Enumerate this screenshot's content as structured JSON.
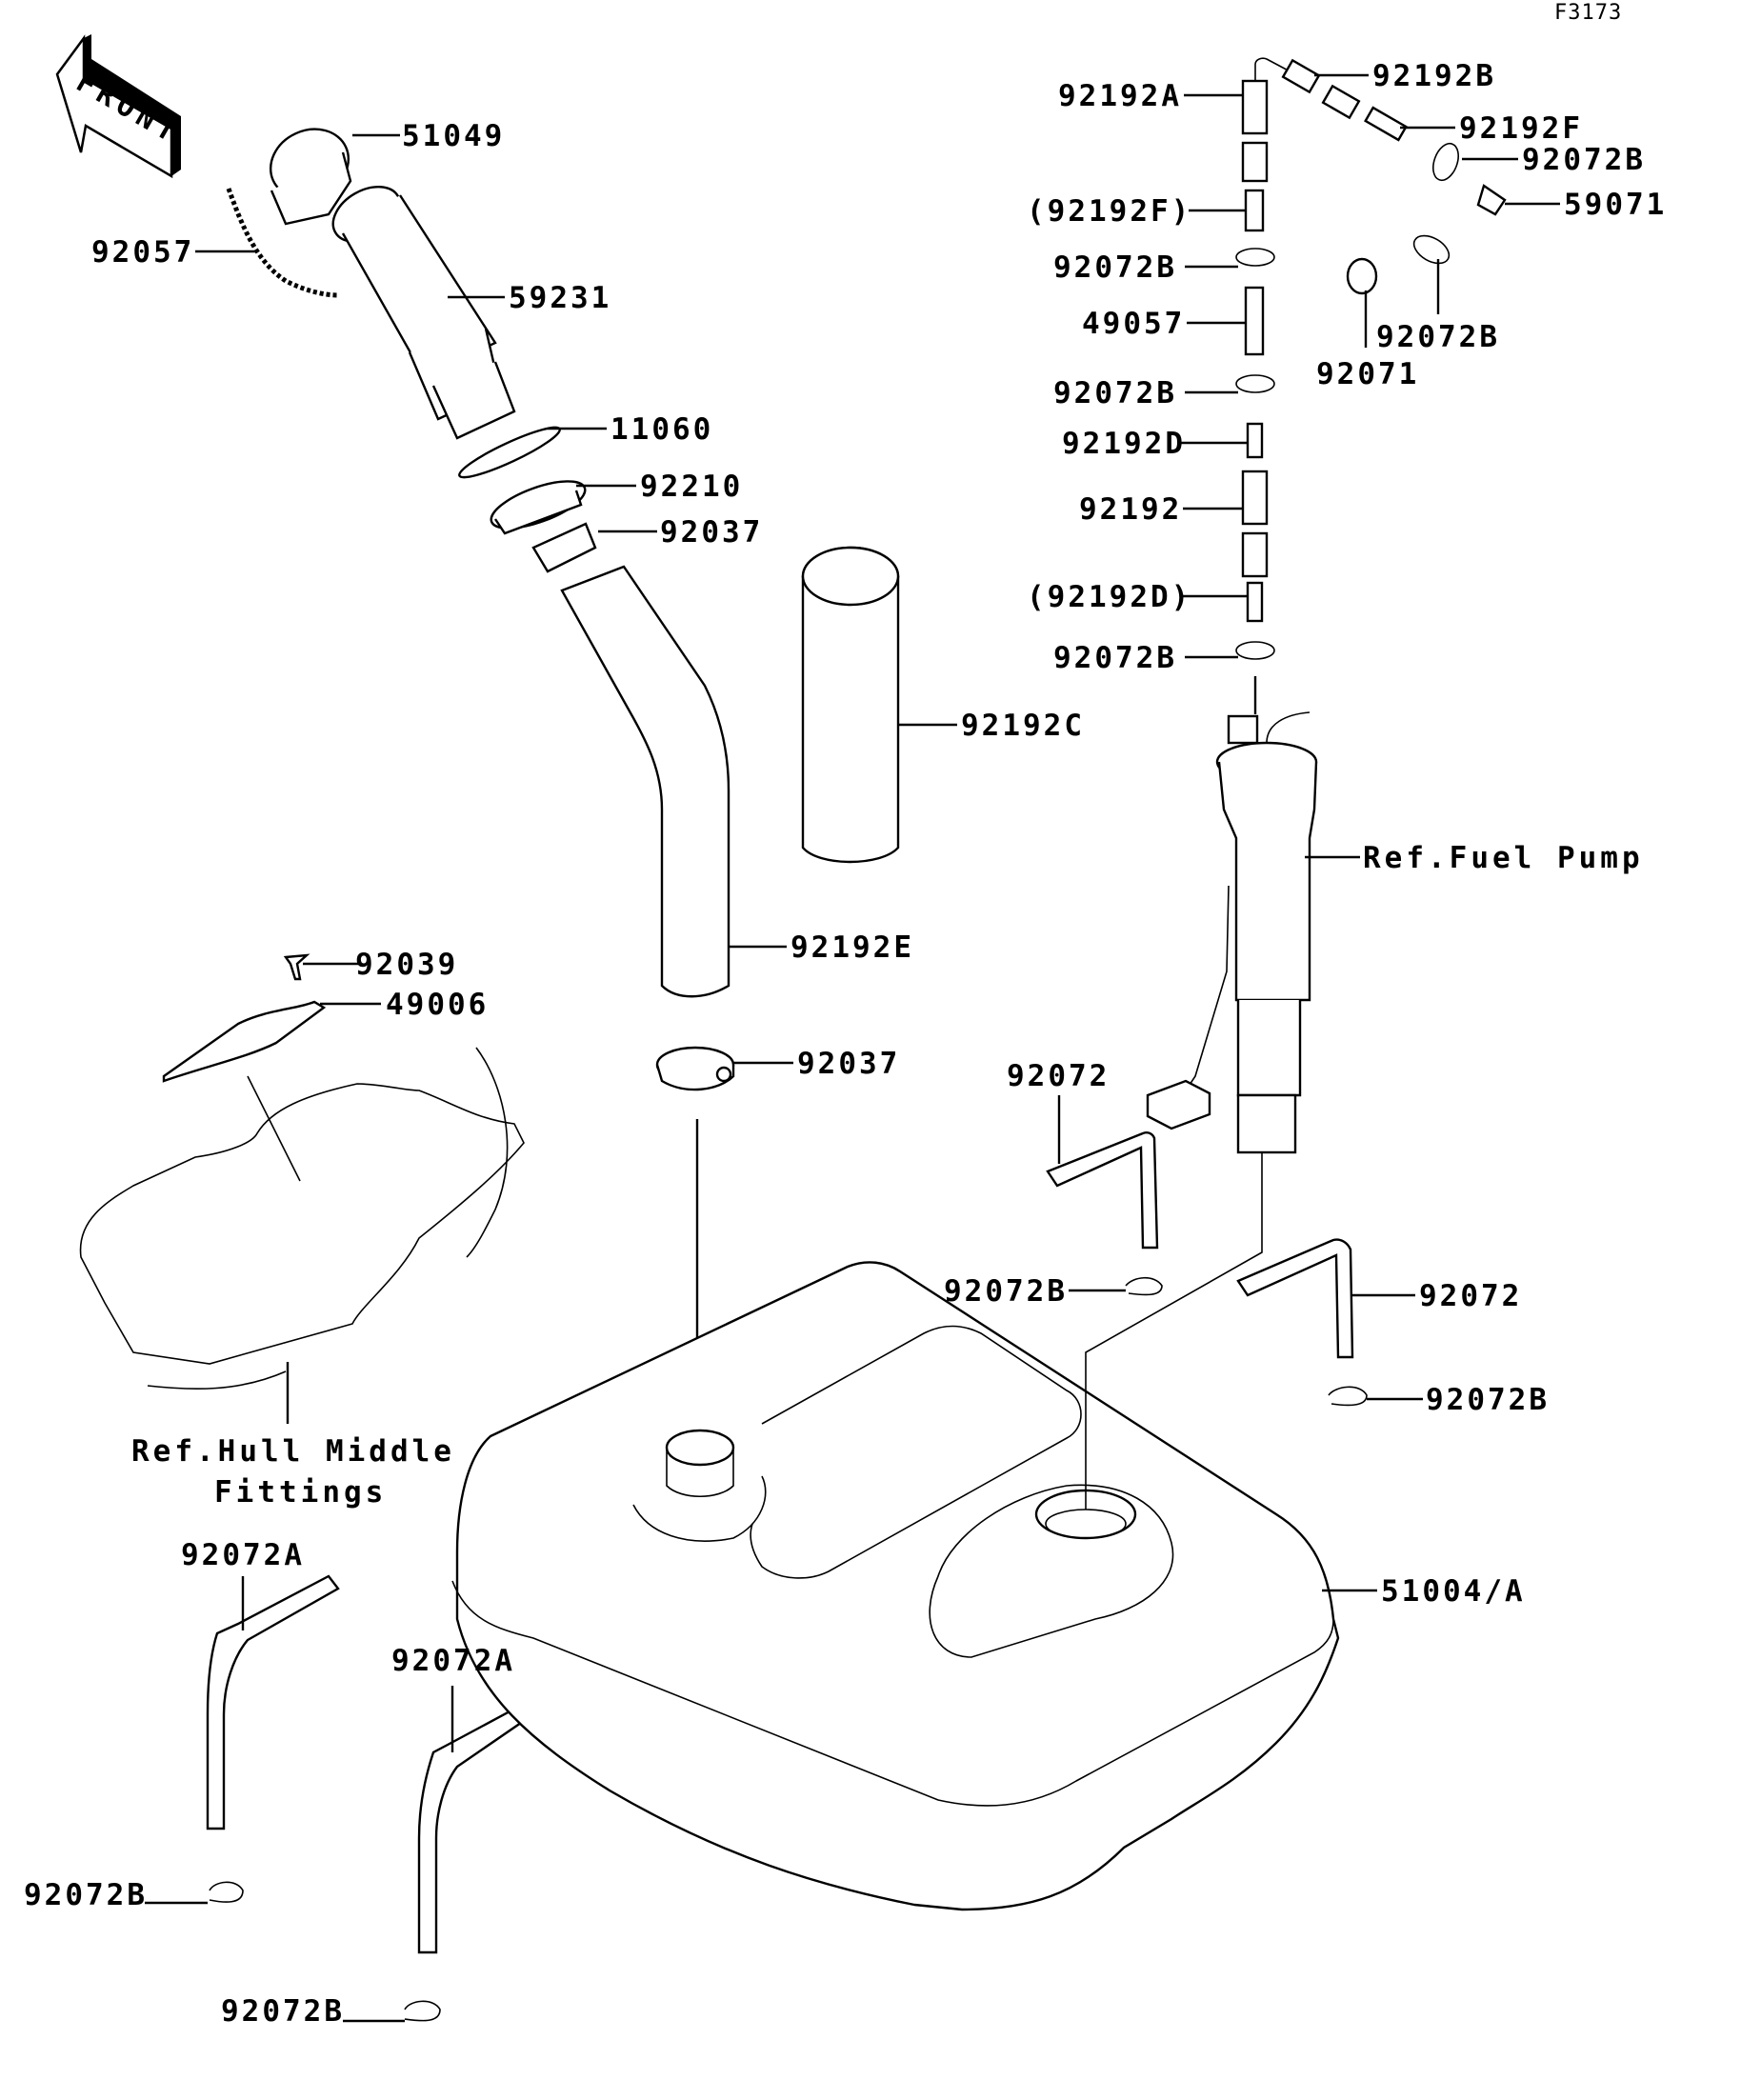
{
  "figure_id": "F3173",
  "direction_marker": "FRONT",
  "callouts": {
    "cap": "51049",
    "chain": "92057",
    "filler_neck": "59231",
    "gasket": "11060",
    "nut": "92210",
    "clamp_upper": "92037",
    "hose_vent": "92192C",
    "hose_filler": "92192E",
    "clamp_lower": "92037",
    "rivet": "92039",
    "plate": "49006",
    "ref_hull_line1": "Ref.Hull Middle",
    "ref_hull_line2": "Fittings",
    "band_a_left": "92072A",
    "band_a_right": "92072A",
    "clip_band_a_left": "92072B",
    "clip_band_a_right": "92072B",
    "band_left": "92072",
    "clip_band_left": "92072B",
    "band_right": "92072",
    "clip_band_right": "92072B",
    "tank": "51004/A",
    "ref_fuel_pump": "Ref.Fuel Pump",
    "hose_a": "92192A",
    "hose_b": "92192B",
    "hose_f": "92192F",
    "clip_f": "92072B",
    "joint": "59071",
    "hose_f_paren": "(92192F)",
    "clip_1": "92072B",
    "valve": "49057",
    "clip_2": "92072B",
    "cap_screw": "92071",
    "clip_cap": "92072B",
    "hose_d": "92192D",
    "hose_plain": "92192",
    "hose_d_paren": "(92192D)",
    "clip_3": "92072B"
  },
  "icons": [
    "front-arrow-icon"
  ]
}
